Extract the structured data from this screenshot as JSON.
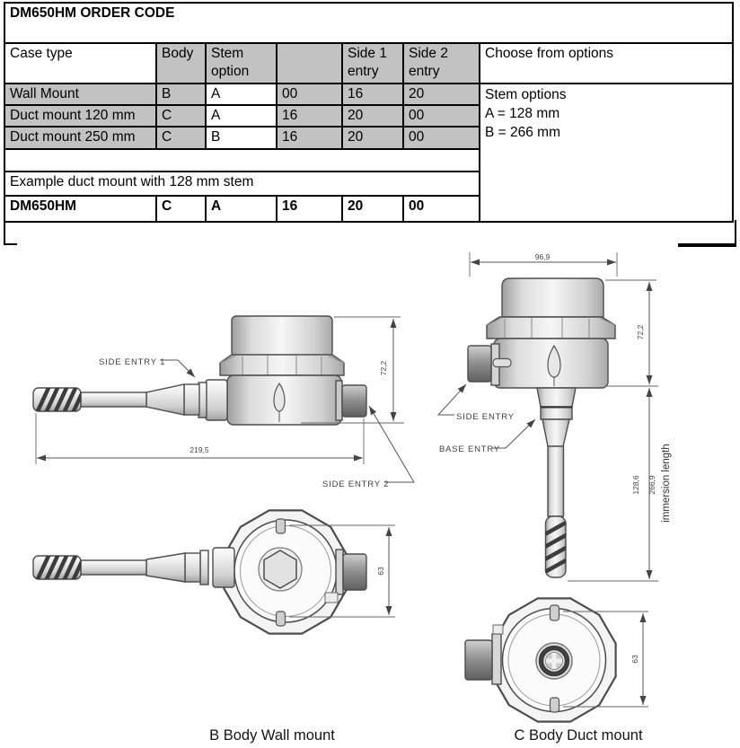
{
  "title": "DM650HM ORDER CODE",
  "table": {
    "headers": {
      "case_type": "Case type",
      "body": "Body",
      "stem_option": "Stem option",
      "blank": "",
      "side1": "Side 1 entry",
      "side2": "Side 2 entry"
    },
    "rows": [
      {
        "case_type": "Wall Mount",
        "body": "B",
        "stem": "A",
        "extra": "00",
        "side1": "16",
        "side2": "20"
      },
      {
        "case_type": "Duct mount 120 mm",
        "body": "C",
        "stem": "A",
        "extra": "16",
        "side1": "20",
        "side2": "00"
      },
      {
        "case_type": "Duct mount 250 mm",
        "body": "C",
        "stem": "B",
        "extra": "16",
        "side1": "20",
        "side2": "00"
      }
    ],
    "example_note": "Example duct mount with 128 mm stem",
    "example_row": {
      "case_type": "DM650HM",
      "body": "C",
      "stem": "A",
      "extra": "16",
      "side1": "20",
      "side2": "00"
    }
  },
  "options": {
    "header": "Choose from options",
    "lines": [
      "Stem options",
      "A = 128 mm",
      "B = 266 mm"
    ]
  },
  "wall_mount": {
    "caption": "B Body Wall mount",
    "side_entry_1": "SIDE ENTRY 1",
    "side_entry_2": "SIDE ENTRY 2",
    "dim_length": "219,5",
    "dim_height": "72,2",
    "dim_diameter": "63"
  },
  "duct_mount": {
    "caption": "C Body Duct mount",
    "side_entry": "SIDE ENTRY",
    "base_entry": "BASE ENTRY",
    "immersion": "immersion length",
    "dim_width": "96,9",
    "dim_height": "72,2",
    "dim_stem_a": "128,6",
    "dim_stem_b": "266,9",
    "dim_diameter": "63"
  },
  "colors": {
    "cell_gray": "#c2c2c2",
    "border": "#000000",
    "draw_stroke": "#4d4d4d",
    "dim_stroke": "#555555"
  }
}
